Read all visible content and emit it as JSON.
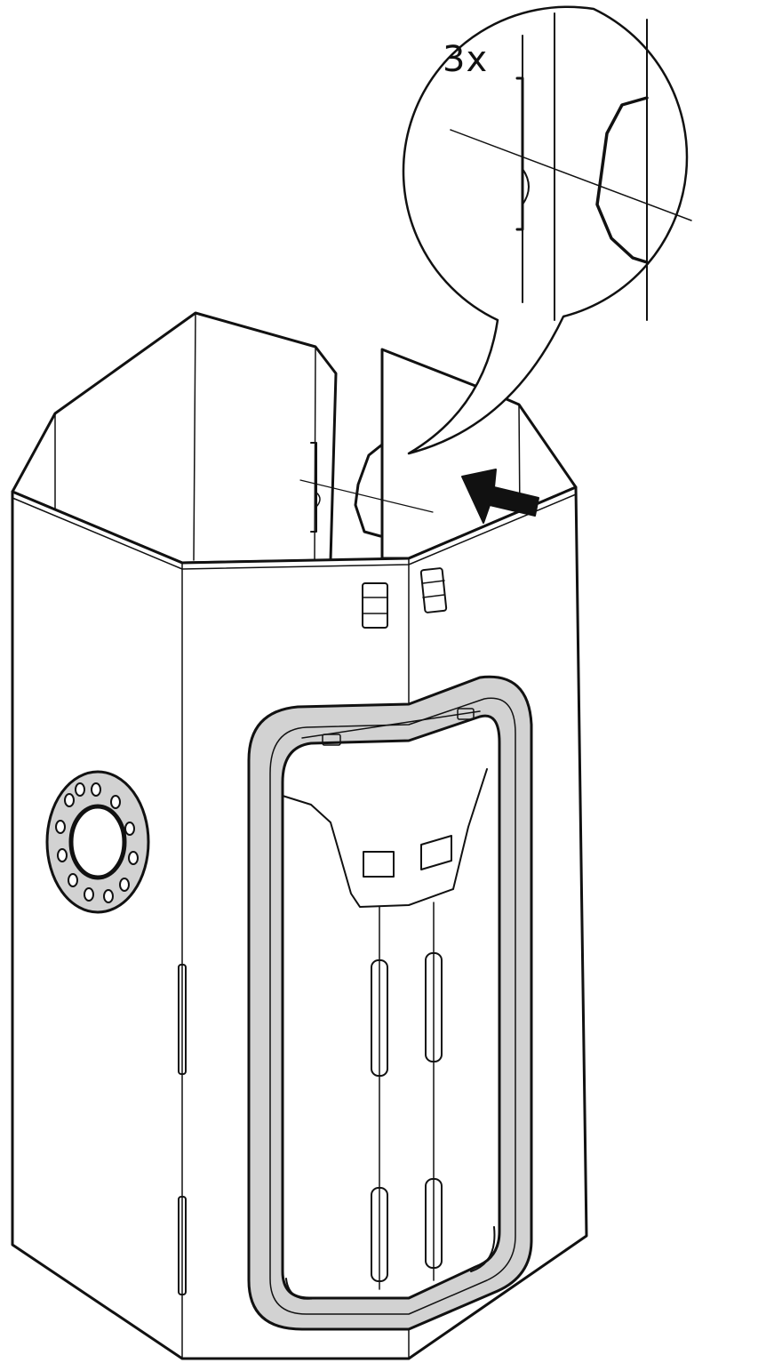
{
  "callout": {
    "label": "3x"
  },
  "colors": {
    "ink": "#111111",
    "panel": "#ffffff",
    "gasket": "#d2d2d2",
    "arrow": "#111111"
  },
  "icons": {
    "tent_body": "hexagonal-grow-tent",
    "door": "zipper-door-frame",
    "vent": "round-vent-port",
    "arrow": "assembly-direction-arrow"
  }
}
